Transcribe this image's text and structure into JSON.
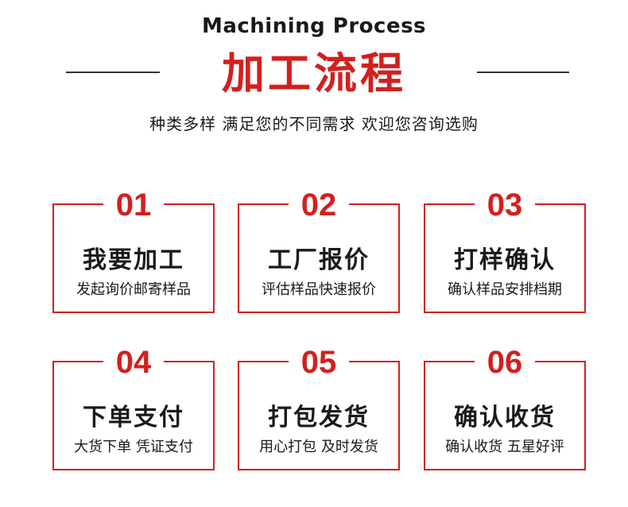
{
  "header": {
    "title_en": "Machining Process",
    "title_zh": "加工流程",
    "subtitle": "种类多样 满足您的不同需求 欢迎您咨询选购"
  },
  "steps": [
    {
      "number": "01",
      "title": "我要加工",
      "desc": "发起询价邮寄样品"
    },
    {
      "number": "02",
      "title": "工厂报价",
      "desc": "评估样品快速报价"
    },
    {
      "number": "03",
      "title": "打样确认",
      "desc": "确认样品安排档期"
    },
    {
      "number": "04",
      "title": "下单支付",
      "desc": "大货下单 凭证支付"
    },
    {
      "number": "05",
      "title": "打包发货",
      "desc": "用心打包 及时发货"
    },
    {
      "number": "06",
      "title": "确认收货",
      "desc": "确认收货 五星好评"
    }
  ],
  "colors": {
    "accent": "#d2201e",
    "text": "#1a1a1a"
  }
}
